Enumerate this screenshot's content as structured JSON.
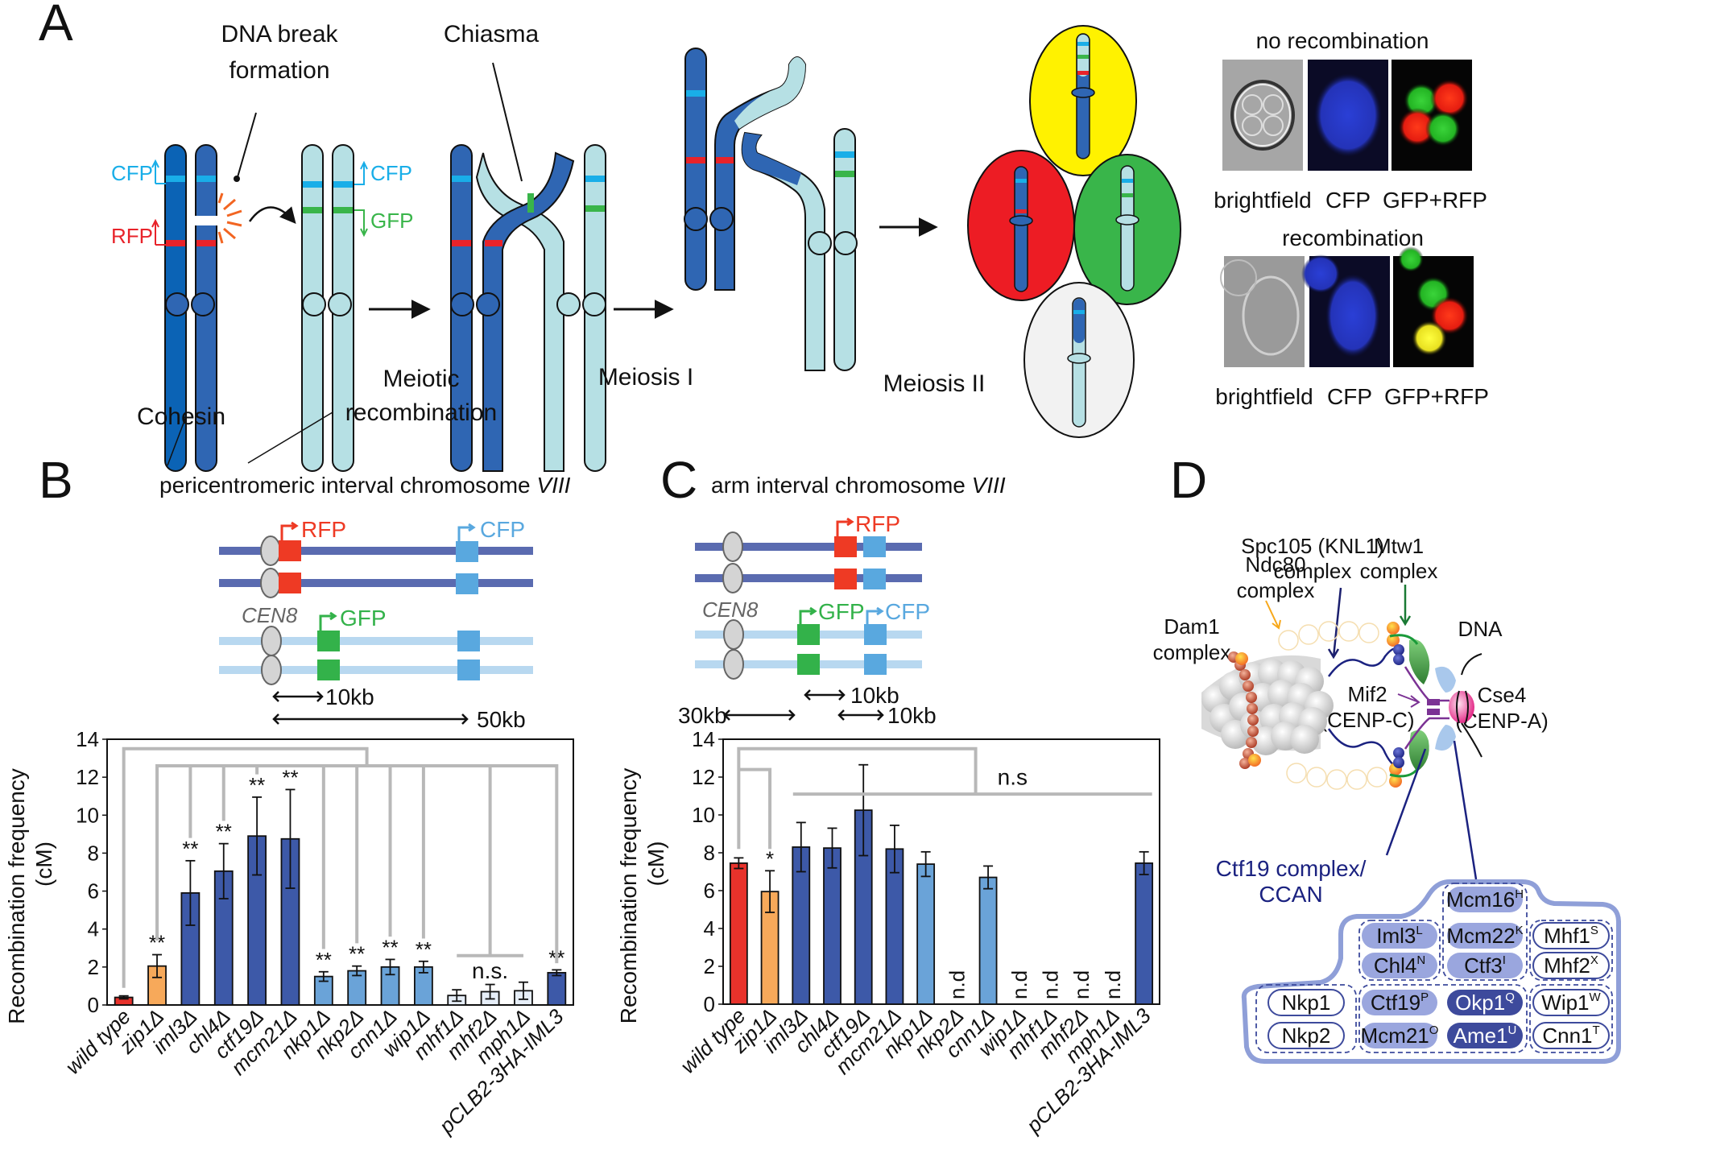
{
  "panels": {
    "A": {
      "letter": "A",
      "labels": {
        "dna_break": [
          "DNA break",
          "formation"
        ],
        "chiasma": "Chiasma",
        "cfp": "CFP",
        "rfp": "RFP",
        "gfp": "GFP",
        "cohesin": "Cohesin",
        "meiotic_recombination": [
          "Meiotic",
          "recombination"
        ],
        "meiosis1": "Meiosis I",
        "meiosis2": "Meiosis II"
      },
      "spore_colors": {
        "yellow": "#fff200",
        "red": "#ed1c24",
        "green": "#39b54a",
        "white": "#f2f2f2"
      },
      "micrographs": {
        "no_recombination_title": "no recombination",
        "recombination_title": "recombination",
        "channels": [
          "brightfield",
          "CFP",
          "GFP+RFP"
        ]
      }
    },
    "B": {
      "letter": "B",
      "title": "pericentromeric interval chromosome ",
      "title_italic": "VIII",
      "diagram": {
        "rfp": "RFP",
        "cfp": "CFP",
        "gfp": "GFP",
        "cen": "CEN8",
        "dist1": "10kb",
        "dist2": "50kb"
      }
    },
    "C": {
      "letter": "C",
      "title": "arm interval chromosome ",
      "title_italic": "VIII",
      "diagram": {
        "rfp": "RFP",
        "cfp": "CFP",
        "gfp": "GFP",
        "cen": "CEN8",
        "dist1": "30kb",
        "dist2": "10kb",
        "dist3": "10kb"
      }
    },
    "D": {
      "letter": "D",
      "labels": {
        "ndc80": [
          "Ndc80",
          "complex"
        ],
        "spc105": [
          "Spc105 (KNL1)",
          "complex"
        ],
        "mtw1": [
          "Mtw1",
          "complex"
        ],
        "dam1": [
          "Dam1",
          "complex"
        ],
        "dna": "DNA",
        "mif2": [
          "Mif2",
          "(CENP-C)"
        ],
        "cse4": [
          "Cse4",
          "(CENP-A)"
        ],
        "ccan": [
          "Ctf19 complex/",
          "CCAN"
        ]
      },
      "label_colors": {
        "ndc80": "#f7a81b",
        "spc105": "#1b1f6e",
        "mtw1": "#1a7a34",
        "dam1": "#c1272d",
        "mif2": "#7b3294",
        "cse4": "#e0127a"
      },
      "proteins": [
        {
          "name": "Mcm16",
          "sup": "H",
          "style": "mid"
        },
        {
          "name": "Iml3",
          "sup": "L",
          "style": "mid"
        },
        {
          "name": "Mcm22",
          "sup": "K",
          "style": "mid"
        },
        {
          "name": "Mhf1",
          "sup": "S",
          "style": "outline"
        },
        {
          "name": "Chl4",
          "sup": "N",
          "style": "mid"
        },
        {
          "name": "Ctf3",
          "sup": "I",
          "style": "mid"
        },
        {
          "name": "Mhf2",
          "sup": "X",
          "style": "outline"
        },
        {
          "name": "Nkp1",
          "sup": "",
          "style": "outline"
        },
        {
          "name": "Ctf19",
          "sup": "P",
          "style": "mid"
        },
        {
          "name": "Okp1",
          "sup": "Q",
          "style": "dark"
        },
        {
          "name": "Wip1",
          "sup": "W",
          "style": "outline"
        },
        {
          "name": "Nkp2",
          "sup": "",
          "style": "outline"
        },
        {
          "name": "Mcm21",
          "sup": "O",
          "style": "mid"
        },
        {
          "name": "Ame1",
          "sup": "U",
          "style": "dark"
        },
        {
          "name": "Cnn1",
          "sup": "T",
          "style": "outline"
        }
      ]
    }
  },
  "chart_data": [
    {
      "id": "B",
      "type": "bar",
      "title": "pericentromeric interval chromosome VIII",
      "xlabel": "",
      "ylabel": "Recombination frequency (cM)",
      "ylim": [
        0,
        14
      ],
      "yticks": [
        0,
        2,
        4,
        6,
        8,
        10,
        12,
        14
      ],
      "grid": false,
      "categories": [
        "wild type",
        "zip1Δ",
        "iml3Δ",
        "chl4Δ",
        "ctf19Δ",
        "mcm21Δ",
        "nkp1Δ",
        "nkp2Δ",
        "cnn1Δ",
        "wip1Δ",
        "mhf1Δ",
        "mhf2Δ",
        "mph1Δ",
        "pCLB2-3HA-IML3"
      ],
      "values": [
        0.4,
        2.05,
        5.9,
        7.05,
        8.9,
        8.75,
        1.5,
        1.8,
        2.0,
        2.0,
        0.5,
        0.7,
        0.75,
        1.7
      ],
      "errors": [
        0.08,
        0.6,
        1.7,
        1.45,
        2.05,
        2.6,
        0.25,
        0.25,
        0.4,
        0.3,
        0.3,
        0.38,
        0.45,
        0.15
      ],
      "colors": [
        "#e8322b",
        "#f7a95a",
        "#3d59a8",
        "#3d59a8",
        "#3d59a8",
        "#3d59a8",
        "#6aa3d8",
        "#6aa3d8",
        "#6aa3d8",
        "#6aa3d8",
        "#e6eef8",
        "#e6eef8",
        "#e6eef8",
        "#3d59a8"
      ],
      "annotations": [
        "",
        "**",
        "**",
        "**",
        "**",
        "**",
        "**",
        "**",
        "**",
        "**",
        "",
        "",
        "",
        "**"
      ],
      "group_annotation": "n.s."
    },
    {
      "id": "C",
      "type": "bar",
      "title": "arm interval chromosome VIII",
      "xlabel": "",
      "ylabel": "Recombination frequency (cM)",
      "ylim": [
        0,
        14
      ],
      "yticks": [
        0,
        2,
        4,
        6,
        8,
        10,
        12,
        14
      ],
      "grid": false,
      "categories": [
        "wild type",
        "zip1Δ",
        "iml3Δ",
        "chl4Δ",
        "ctf19Δ",
        "mcm21Δ",
        "nkp1Δ",
        "nkp2Δ",
        "cnn1Δ",
        "wip1Δ",
        "mhf1Δ",
        "mhf2Δ",
        "mph1Δ",
        "pCLB2-3HA-IML3"
      ],
      "values": [
        7.45,
        5.95,
        8.3,
        8.25,
        10.25,
        8.2,
        7.4,
        null,
        6.7,
        null,
        null,
        null,
        null,
        7.45
      ],
      "errors": [
        0.28,
        1.1,
        1.3,
        1.05,
        2.4,
        1.25,
        0.65,
        null,
        0.6,
        null,
        null,
        null,
        null,
        0.6
      ],
      "colors": [
        "#e8322b",
        "#f7a95a",
        "#3d59a8",
        "#3d59a8",
        "#3d59a8",
        "#3d59a8",
        "#6aa3d8",
        "#6aa3d8",
        "#6aa3d8",
        "#6aa3d8",
        "#6aa3d8",
        "#6aa3d8",
        "#6aa3d8",
        "#3d59a8"
      ],
      "annotations": [
        "",
        "*",
        "",
        "",
        "",
        "",
        "",
        "n.d",
        "",
        "n.d",
        "n.d",
        "n.d",
        "n.d",
        ""
      ],
      "group_annotation": "n.s"
    }
  ]
}
